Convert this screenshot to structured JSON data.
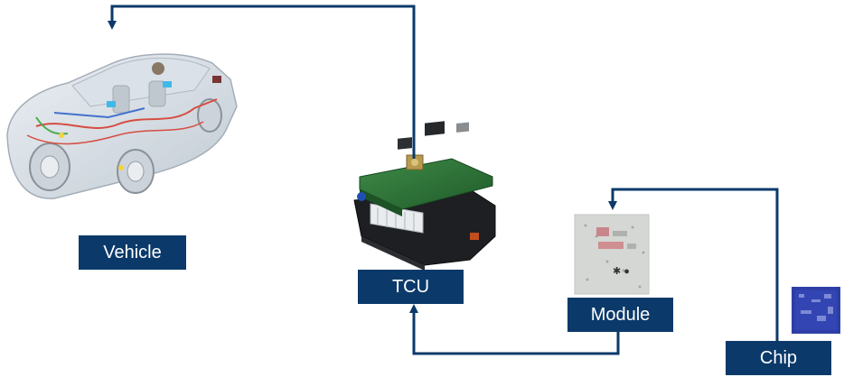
{
  "diagram": {
    "nodes": [
      {
        "id": "vehicle",
        "label": "Vehicle"
      },
      {
        "id": "tcu",
        "label": "TCU"
      },
      {
        "id": "module",
        "label": "Module"
      },
      {
        "id": "chip",
        "label": "Chip"
      }
    ],
    "edges": [
      {
        "from": "chip",
        "to": "module"
      },
      {
        "from": "module",
        "to": "tcu"
      },
      {
        "from": "tcu",
        "to": "vehicle"
      }
    ],
    "colors": {
      "label_bg": "#0b3a6a",
      "label_text": "#ffffff",
      "arrow": "#0b3a6a"
    }
  }
}
